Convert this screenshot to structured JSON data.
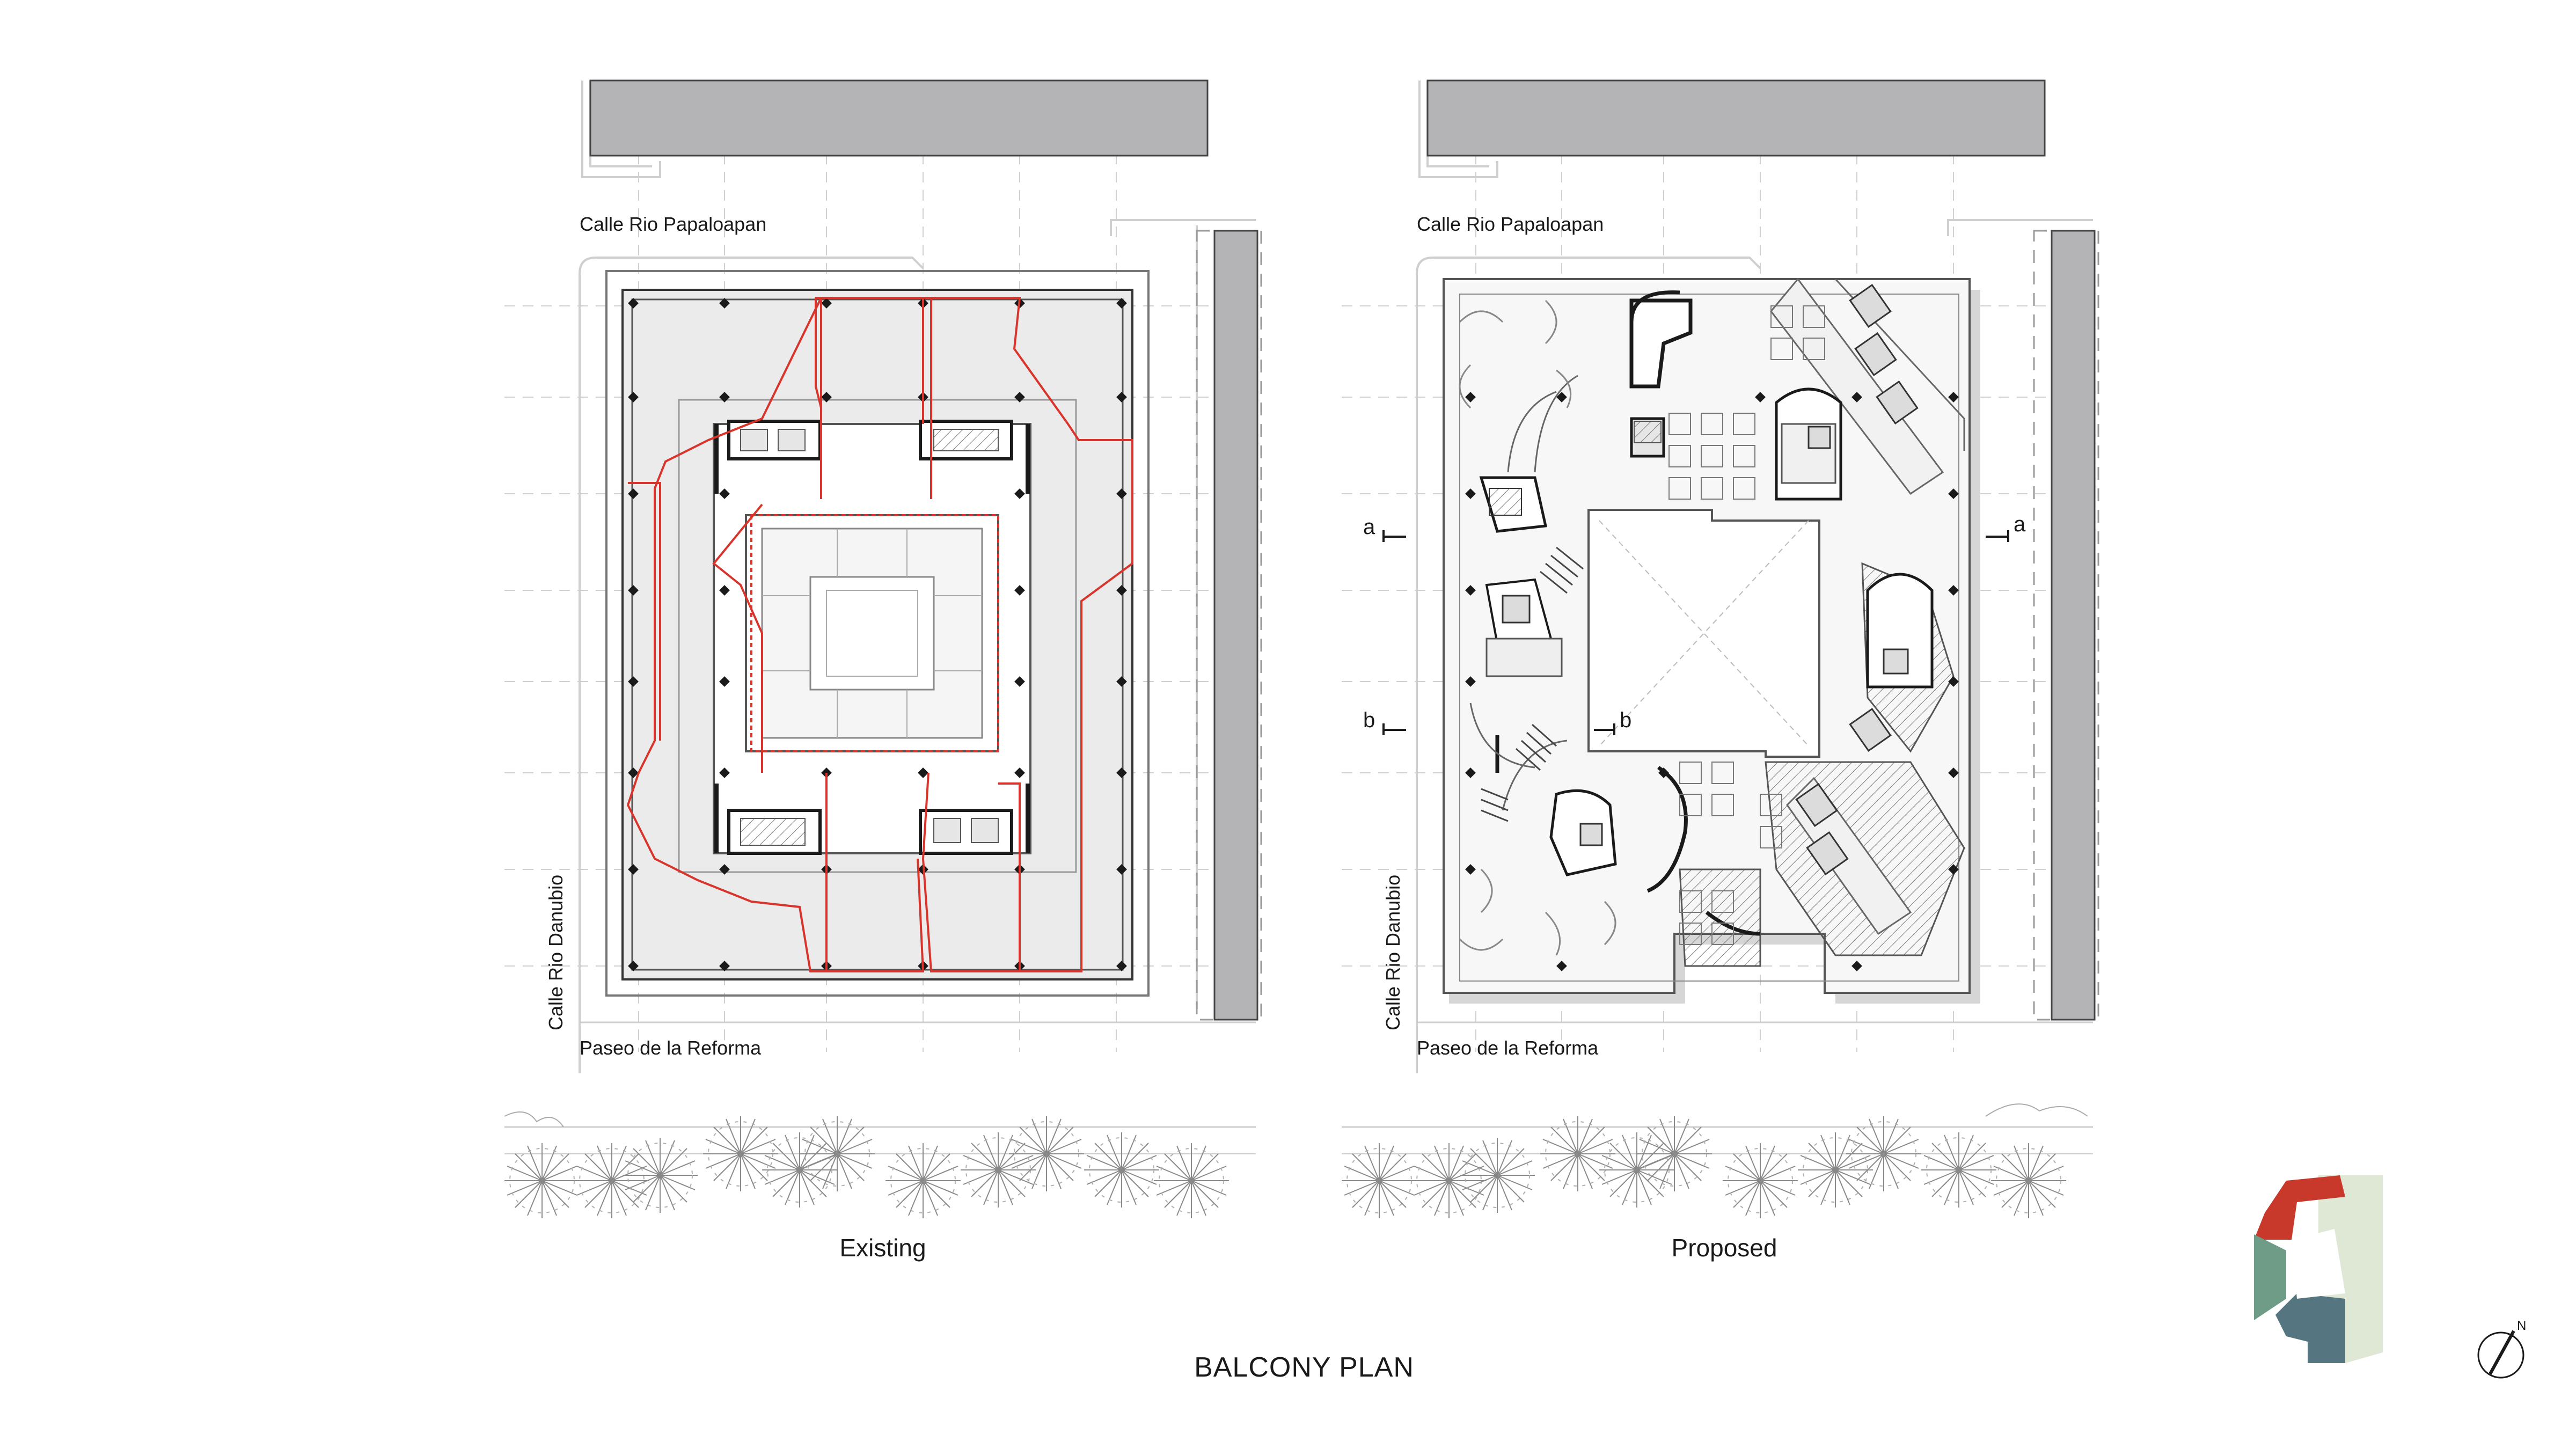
{
  "sheet": {
    "title": "BALCONY PLAN"
  },
  "plans": [
    {
      "id": "existing",
      "caption": "Existing",
      "street_top": "Calle Rio Papaloapan",
      "street_bottom": "Paseo de la Reforma",
      "street_side": "Calle Rio Danubio"
    },
    {
      "id": "proposed",
      "caption": "Proposed",
      "street_top": "Calle Rio Papaloapan",
      "street_bottom": "Paseo de la Reforma",
      "street_side": "Calle Rio Danubio",
      "section_marks": [
        "a",
        "a",
        "b",
        "b"
      ]
    }
  ],
  "key_diagram": {
    "colors": {
      "red": "#c8392b",
      "green": "#6e9c86",
      "blue": "#557580",
      "light": "#dfe7d5"
    }
  },
  "north_arrow": {
    "label": "N"
  },
  "colors": {
    "redline": "#d9342b",
    "building_fill": "#ebebeb",
    "neighbor_fill": "#b4b4b7"
  }
}
